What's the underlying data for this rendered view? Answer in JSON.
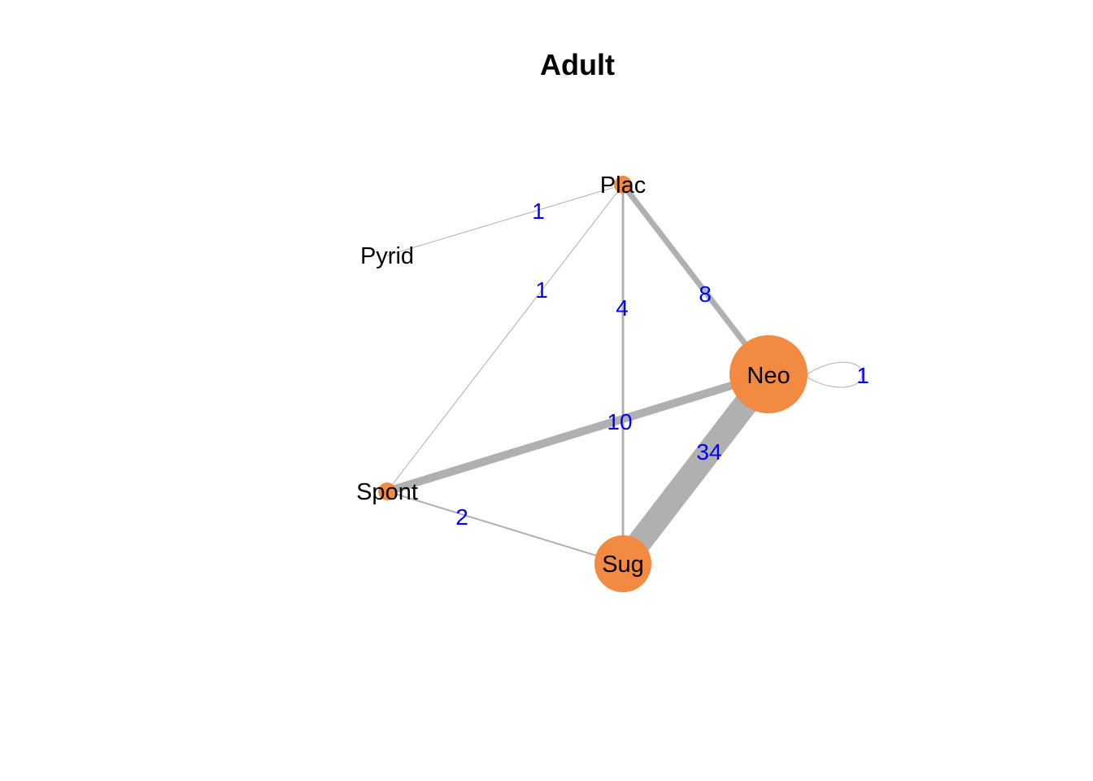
{
  "title": "Adult",
  "colors": {
    "node": "#f28b41",
    "edge": "#b0b0b0",
    "edge_label": "#0000ff",
    "node_label": "#000000"
  },
  "nodes": [
    {
      "id": "plac",
      "label": "Plac",
      "size": "small"
    },
    {
      "id": "pyrid",
      "label": "Pyrid",
      "size": "none"
    },
    {
      "id": "neo",
      "label": "Neo",
      "size": "large"
    },
    {
      "id": "spont",
      "label": "Spont",
      "size": "small"
    },
    {
      "id": "sug",
      "label": "Sug",
      "size": "medium"
    }
  ],
  "edges": [
    {
      "from": "pyrid",
      "to": "plac",
      "label": "1"
    },
    {
      "from": "spont",
      "to": "plac",
      "label": "1"
    },
    {
      "from": "sug",
      "to": "plac",
      "label": "4"
    },
    {
      "from": "neo",
      "to": "plac",
      "label": "8"
    },
    {
      "from": "neo",
      "to": "neo",
      "label": "1"
    },
    {
      "from": "spont",
      "to": "neo",
      "label": "10"
    },
    {
      "from": "sug",
      "to": "neo",
      "label": "34"
    },
    {
      "from": "spont",
      "to": "sug",
      "label": "2"
    }
  ]
}
